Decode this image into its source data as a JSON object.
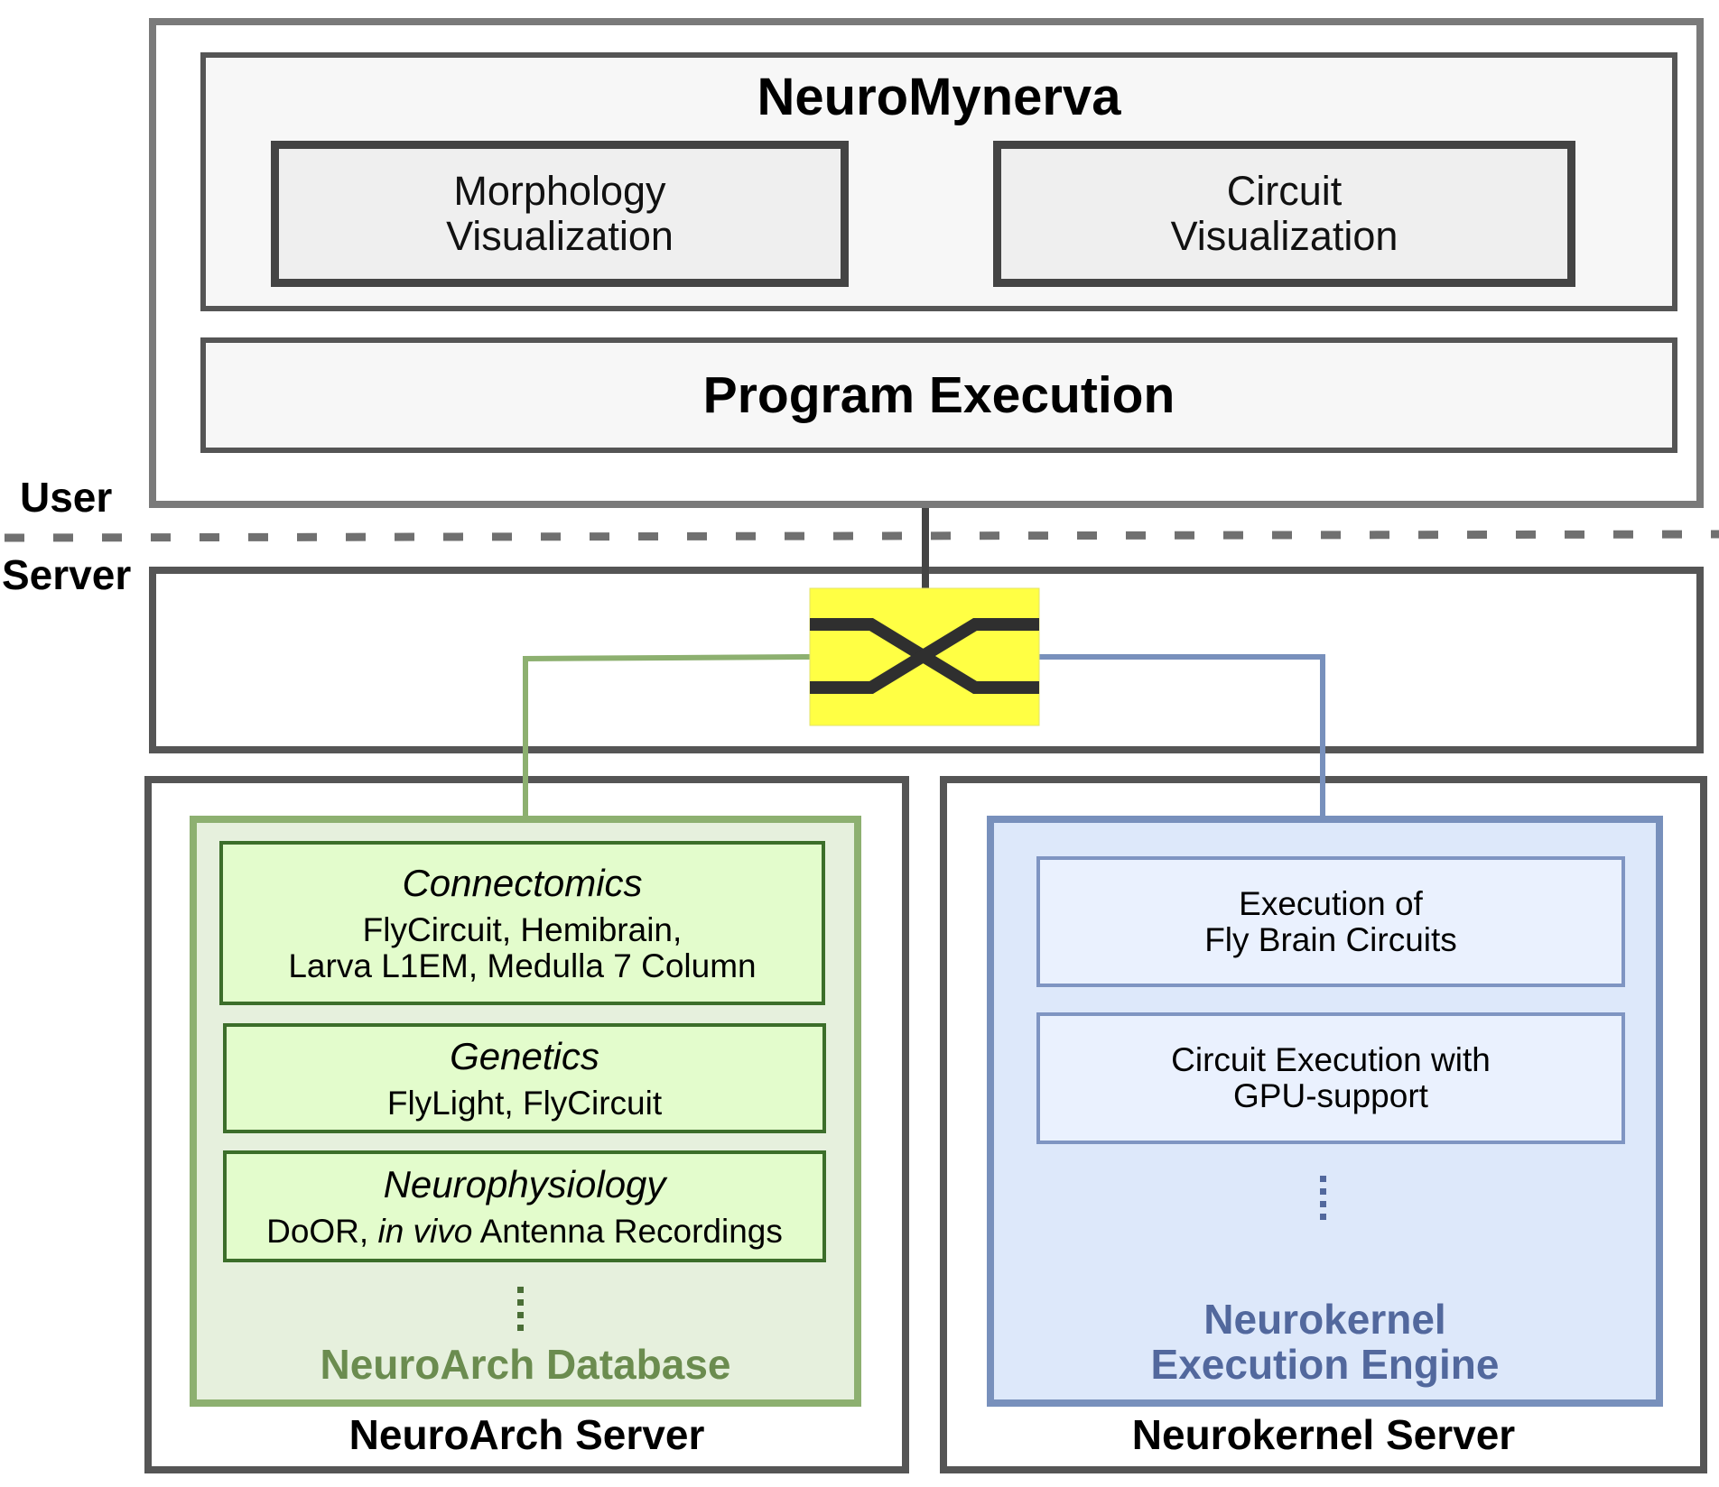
{
  "user_side": {
    "zone_label": "User",
    "app_title": "NeuroMynerva",
    "morphology_box": {
      "line1": "Morphology",
      "line2": "Visualization"
    },
    "circuit_box": {
      "line1": "Circuit",
      "line2": "Visualization"
    },
    "program_execution": "Program Execution"
  },
  "server_side": {
    "zone_label": "Server",
    "neuroarch": {
      "server_label": "NeuroArch Server",
      "database_label": "NeuroArch Database",
      "items": [
        {
          "heading": "Connectomics",
          "line1": "FlyCircuit, Hemibrain,",
          "line2": "Larva L1EM, Medulla 7 Column"
        },
        {
          "heading": "Genetics",
          "line1": "FlyLight, FlyCircuit"
        },
        {
          "heading": "Neurophysiology",
          "prefix": "DoOR, ",
          "italic_part": "in vivo",
          "suffix": " Antenna Recordings"
        }
      ],
      "more_indicator": "⋮"
    },
    "neurokernel": {
      "server_label": "Neurokernel Server",
      "engine_label_line1": "Neurokernel",
      "engine_label_line2": "Execution Engine",
      "items": [
        {
          "line1": "Execution of",
          "line2": "Fly Brain Circuits"
        },
        {
          "line1": "Circuit Execution with",
          "line2": "GPU-support"
        }
      ],
      "more_indicator": "⋮"
    },
    "router_icon": "router-crossover-icon"
  },
  "colors": {
    "neuroarch_green": "#8db070",
    "neuroarch_label": "#6b8c4f",
    "neurokernel_blue": "#7890bc",
    "neurokernel_label": "#52689d",
    "router_yellow": "#ffff44",
    "divider_gray": "#707070"
  }
}
